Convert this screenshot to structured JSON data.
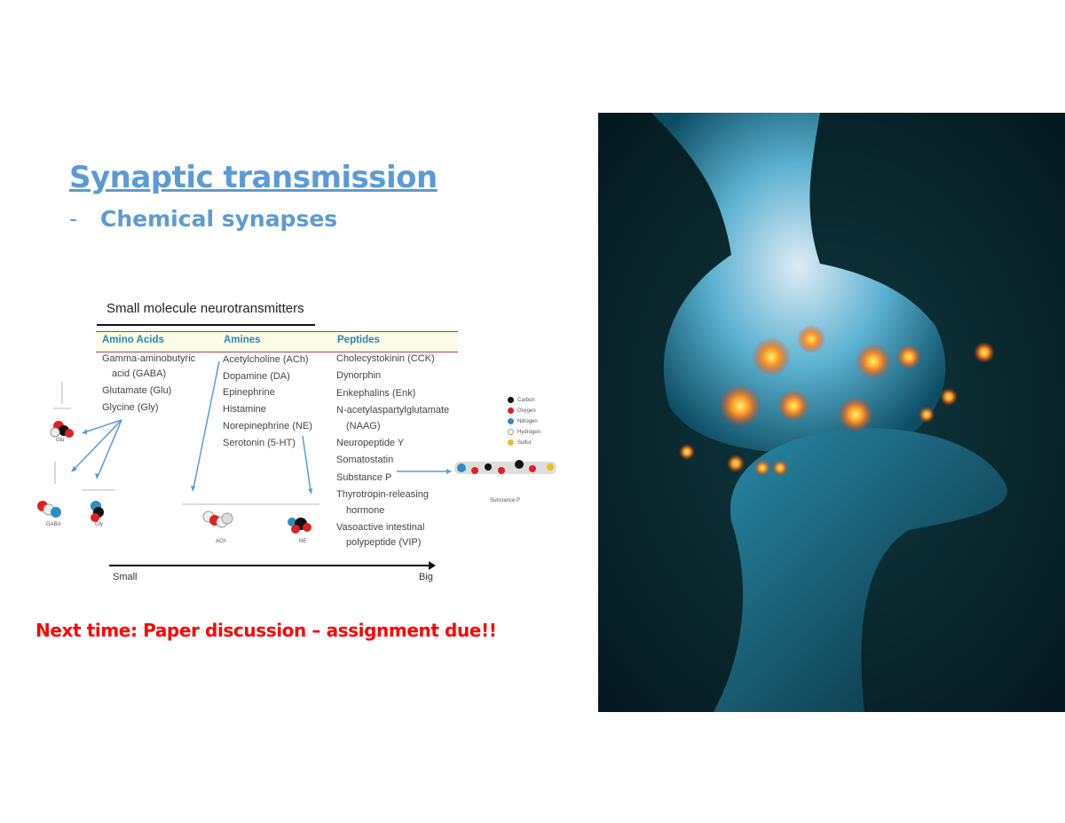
{
  "title": "Synaptic transmission",
  "subtitle_dash": "-",
  "subtitle": "Chemical synapses",
  "figure": {
    "title": "Small molecule neurotransmitters",
    "columns": [
      {
        "header": "Amino Acids",
        "items": [
          "Gamma-aminobutyric",
          "acid (GABA)",
          "Glutamate (Glu)",
          "Glycine (Gly)"
        ]
      },
      {
        "header": "Amines",
        "items": [
          "Acetylcholine (ACh)",
          "Dopamine (DA)",
          "Epinephrine",
          "Histamine",
          "Norepinephrine (NE)",
          "Serotonin (5-HT)"
        ]
      },
      {
        "header": "Peptides",
        "items": [
          "Cholecystokinin (CCK)",
          "Dynorphin",
          "Enkephalins (Enk)",
          "N-acetylaspartylglutamate",
          "(NAAG)",
          "Neuropeptide Y",
          "Somatostatin",
          "Substance P",
          "Thyrotropin-releasing",
          "hormone",
          "Vasoactive intestinal",
          "polypeptide (VIP)"
        ]
      }
    ],
    "molecule_labels": {
      "glu": "Glu",
      "gaba": "GABA",
      "gly": "Gly",
      "ach": "ACh",
      "ne": "NE",
      "substance_p": "Substance P"
    },
    "legend": [
      {
        "label": "Carbon",
        "color": "#111111"
      },
      {
        "label": "Oxygen",
        "color": "#e02020"
      },
      {
        "label": "Nitrogen",
        "color": "#2a8fc0"
      },
      {
        "label": "Hydrogen",
        "color": "#ffffff"
      },
      {
        "label": "Sulfur",
        "color": "#e8c020"
      }
    ],
    "axis": {
      "left": "Small",
      "right": "Big"
    }
  },
  "note": "Next time: Paper discussion – assignment due!!",
  "colors": {
    "title": "#5b9bd5",
    "note": "#ff0000",
    "arrow": "#5b9bd5"
  }
}
